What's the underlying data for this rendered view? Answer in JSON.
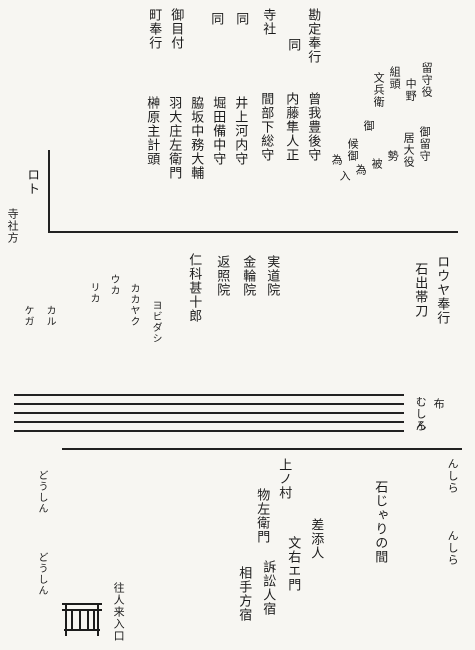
{
  "top_columns": {
    "kanjo_bugyo": "勘定奉行",
    "do": "同",
    "jisha": "寺社",
    "do2": "同",
    "do3": "同",
    "ometsuke": "御目付",
    "machi_bugyo": "町奉行"
  },
  "names": {
    "sone": "曾我豊後守",
    "naito": "内藤隼人正",
    "manabe": "間部下総守",
    "inoue": "井上河内守",
    "hotta": "堀田備中守",
    "wakisaka": "脇坂中務大輔",
    "hatao": "羽大庄左衛門",
    "sakakibara": "榊原主計頭"
  },
  "right_block": {
    "rusu": "留守役",
    "nakano": "中野",
    "kumigashira": "組頭",
    "bunbei": "文兵衛"
  },
  "gorusu": {
    "c1": "御留守",
    "c2": "居大役",
    "c3": "勢",
    "c4": "被",
    "c5": "為",
    "c6": "入"
  },
  "oshi": {
    "c1": "御",
    "c2": "候御",
    "c3": "為"
  },
  "left_label": {
    "ro_to": "ロト",
    "jisha_kata": "寺社方"
  },
  "temples": {
    "jitsudoin": "実道院",
    "konrinin": "金輪院",
    "hensho_in": "返照院",
    "nishina": "仁科甚十郎"
  },
  "kana_cols": {
    "k1": "ヨビダシ",
    "k2": "カカヤク",
    "k3": "ウカ",
    "k4": "リカ",
    "k5": "カル",
    "k6": "ケガ"
  },
  "ro_block": {
    "ro_uchi": "ロウヤ奉行",
    "ishide": "石出帯刀"
  },
  "divider_label": {
    "nuno": "布",
    "mushiro": "むしろ",
    "n": "ん"
  },
  "bottom": {
    "hiragana_r1": "んしら",
    "hiragana_r2": "んしら",
    "ishi_jari": "石じゃりの間",
    "kamimura": "上ノ村",
    "sozaemon": "物左衛門",
    "sashizoe": "差添人",
    "bunemon": "文右エ門",
    "soshonin": "訴訟人宿",
    "aite": "相手方宿",
    "bottom_left1": "どうしん",
    "bottom_left2": "どうしん",
    "gate_label": "往人来入口"
  }
}
